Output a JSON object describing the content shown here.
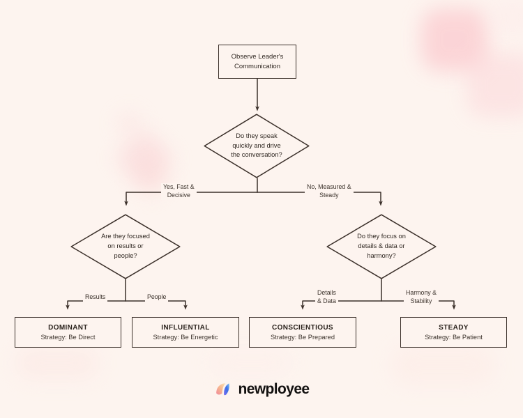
{
  "theme": {
    "background": "#fdf4ef",
    "line_color": "#3b302a",
    "text_color": "#2f2721",
    "node_fill": "#fdf4ef",
    "accent_pink": "#f6b9bd",
    "accent_blue": "#3a6ee8"
  },
  "diagram": {
    "type": "flowchart",
    "title": "DISC leader communication style decision tree",
    "start": {
      "line1": "Observe Leader's",
      "line2": "Communication"
    },
    "decisions": [
      {
        "id": "speak",
        "lines": [
          "Do they speak",
          "quickly and drive",
          "the conversation?"
        ]
      },
      {
        "id": "focus",
        "lines": [
          "Are they focused",
          "on results or",
          "people?"
        ]
      },
      {
        "id": "details",
        "lines": [
          "Do they focus on",
          "details & data or",
          "harmony?"
        ]
      }
    ],
    "edge_labels": {
      "yes_line1": "Yes, Fast &",
      "yes_line2": "Decisive",
      "no_line1": "No, Measured &",
      "no_line2": "Steady",
      "results": "Results",
      "people": "People",
      "details_line1": "Details",
      "details_line2": "& Data",
      "harmony_line1": "Harmony &",
      "harmony_line2": "Stability"
    },
    "results": [
      {
        "id": "dominant",
        "title": "DOMINANT",
        "strategy": "Strategy: Be Direct"
      },
      {
        "id": "influential",
        "title": "INFLUENTIAL",
        "strategy": "Strategy: Be Energetic"
      },
      {
        "id": "conscientious",
        "title": "CONSCIENTIOUS",
        "strategy": "Strategy: Be Prepared"
      },
      {
        "id": "steady",
        "title": "STEADY",
        "strategy": "Strategy: Be Patient"
      }
    ]
  },
  "footer": {
    "brand": "newployee",
    "logo_icon": "newployee-gradient-mark"
  }
}
